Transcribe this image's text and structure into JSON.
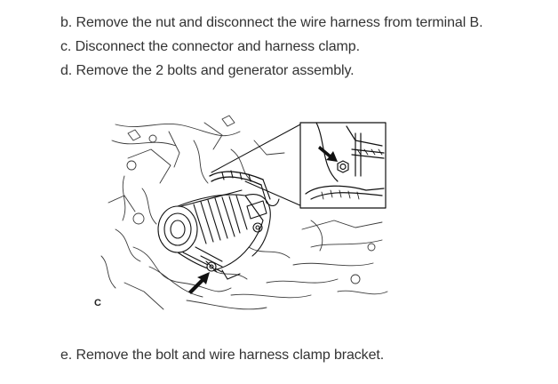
{
  "steps": {
    "b": "b. Remove the nut and disconnect the wire harness from terminal B.",
    "c": "c. Disconnect the connector and harness clamp.",
    "d": "d. Remove the 2 bolts and generator assembly.",
    "e": "e. Remove the bolt and wire harness clamp bracket."
  },
  "figure": {
    "label": "C"
  }
}
